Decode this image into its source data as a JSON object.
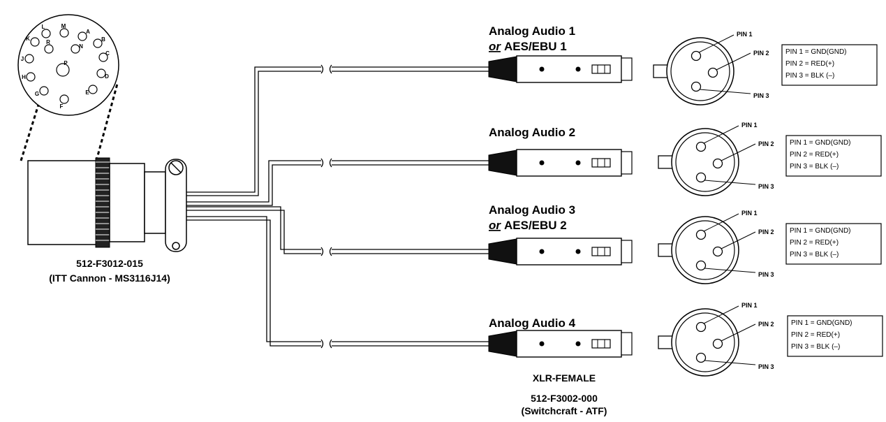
{
  "main_connector": {
    "part_number": "512-F3012-015",
    "description": "(ITT Cannon - MS3116J14)",
    "pin_letters": [
      "A",
      "B",
      "C",
      "D",
      "E",
      "F",
      "G",
      "H",
      "J",
      "K",
      "L",
      "M",
      "N",
      "P",
      "R"
    ]
  },
  "channels": [
    {
      "line1": "Analog Audio 1",
      "or": "or",
      "line2": "AES/EBU 1"
    },
    {
      "line1": "Analog Audio 2",
      "or": "",
      "line2": ""
    },
    {
      "line1": "Analog Audio 3",
      "or": "or",
      "line2": "AES/EBU 2"
    },
    {
      "line1": "Analog Audio 4",
      "or": "",
      "line2": ""
    }
  ],
  "pin_labels": {
    "pin1": "PIN 1",
    "pin2": "PIN 2",
    "pin3": "PIN 3"
  },
  "legend": {
    "row1": "PIN 1 = GND(GND)",
    "row2": "PIN 2 = RED(+)",
    "row3": "PIN 3 = BLK (–)"
  },
  "xlr": {
    "type": "XLR-FEMALE",
    "part_number": "512-F3002-000",
    "description": "(Switchcraft - ATF)"
  }
}
